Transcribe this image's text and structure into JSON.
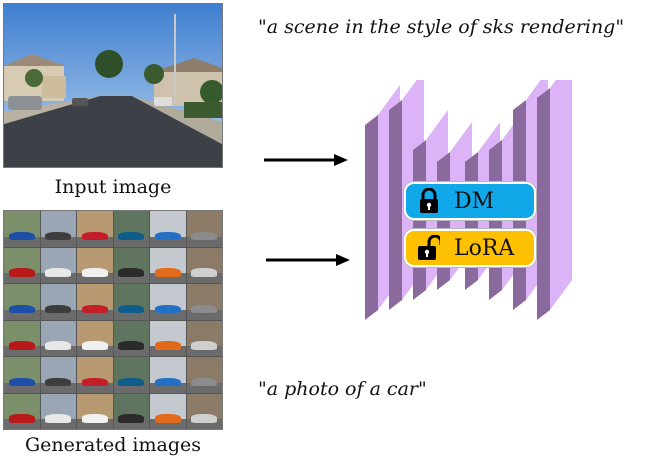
{
  "prompts": {
    "top": "\"a scene in the style of sks rendering\"",
    "bottom": "\"a photo of a car\""
  },
  "captions": {
    "input": "Input image",
    "generated": "Generated images"
  },
  "modules": {
    "dm": {
      "label": "DM",
      "icon": "lock-icon",
      "color": "#10a8e8"
    },
    "lora": {
      "label": "LoRA",
      "icon": "unlock-icon",
      "color": "#ffc000"
    }
  },
  "colors": {
    "unet_face": "#dcb3f7",
    "unet_side": "#8a6a9c",
    "arrow": "#000000"
  },
  "generated_grid": {
    "rows": 6,
    "cols": 6,
    "car_colors": [
      "#2b2b2b",
      "#c41e2a",
      "#e8e8e8",
      "#1d4fa8",
      "#8c8c8c",
      "#e36a1a",
      "#0f5d8a",
      "#f0f0f0",
      "#3d3d3d",
      "#b81a1a",
      "#cfcfcf",
      "#2470c7"
    ],
    "backdrop_colors": [
      "#7a8f6a",
      "#9aa6b3",
      "#b89a72",
      "#5f7560",
      "#c4c9cf",
      "#8a7a66"
    ]
  }
}
